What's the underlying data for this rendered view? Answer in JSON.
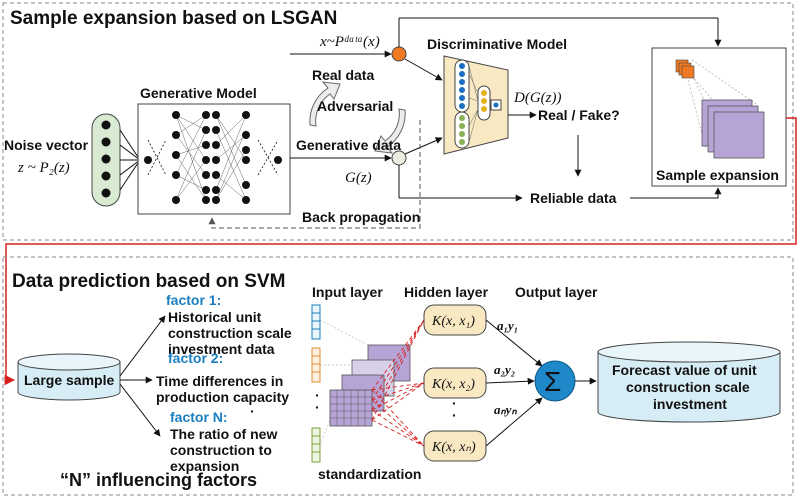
{
  "top_panel": {
    "title": "Sample expansion based on LSGAN",
    "noise_label": "Noise vector",
    "noise_formula": "z ~ P₂(z)",
    "generative_model": "Generative Model",
    "real_data_formula": "x~Pᵈᵃᵗᵃ(x)",
    "real_data": "Real data",
    "adversarial": "Adversarial",
    "generative_data": "Generative data",
    "gz": "G(z)",
    "discriminative_model": "Discriminative Model",
    "dgz": "D(G(z))",
    "real_fake": "Real / Fake?",
    "reliable_data": "Reliable data",
    "back_propagation": "Back propagation",
    "sample_expansion": "Sample expansion"
  },
  "bottom_panel": {
    "title": "Data prediction based on SVM",
    "large_sample": "Large sample",
    "factor1_title": "factor 1:",
    "factor1_lines": [
      "Historical unit",
      "construction scale",
      "investment data"
    ],
    "factor2_title": "factor 2:",
    "factor2_lines": [
      "Time differences in",
      "production capacity"
    ],
    "factorN_title": "factor N:",
    "factorN_lines": [
      "The ratio of new",
      "construction to",
      "expansion"
    ],
    "n_factors": "“N”  influencing factors",
    "input_layer": "Input layer",
    "hidden_layer": "Hidden layer",
    "output_layer": "Output layer",
    "standardization": "standardization",
    "kernel1": "K(x, x₁)",
    "kernel2": "K(x, x₂)",
    "kernelN": "K(x, xₙ)",
    "weight1": "a₁y₁",
    "weight2": "a₂y₂",
    "weightN": "aₙyₙ",
    "sum_symbol": "Σ",
    "forecast_lines": [
      "Forecast value of unit",
      "construction scale",
      "investment"
    ],
    "dots": "·"
  },
  "colors": {
    "panel_border": "#888888",
    "red_link": "#d62020",
    "noise_fill": "#d9ead3",
    "disc_fill": "#f8e9c2",
    "cylinder_fill": "#d6edf6",
    "sum_fill": "#1e88c8",
    "purple": "#b7a4d6",
    "orange": "#f07a22",
    "blue_factor": "#1a7fc0"
  }
}
